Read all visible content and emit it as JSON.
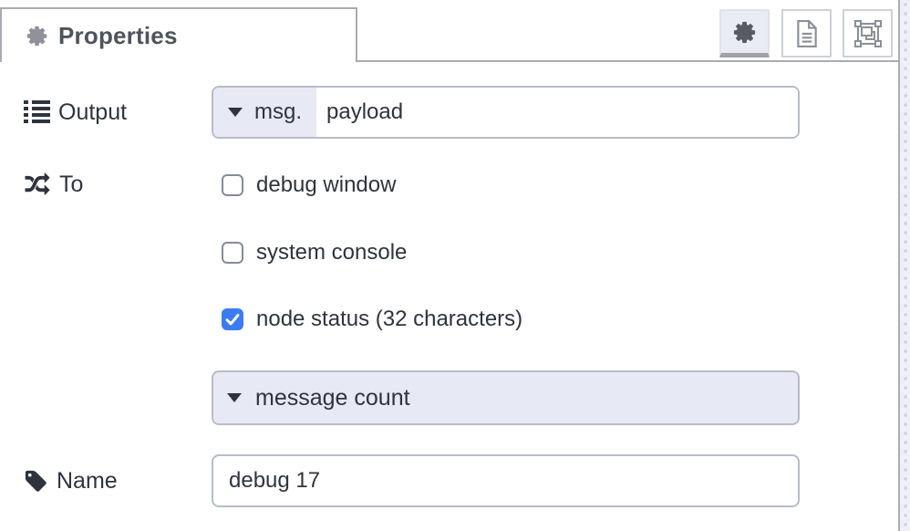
{
  "header": {
    "tab_label": "Properties",
    "toolbar": {
      "buttons": [
        {
          "icon": "gear-icon",
          "active": true
        },
        {
          "icon": "file-text-icon",
          "active": false
        },
        {
          "icon": "appearance-frame-icon",
          "active": false
        }
      ]
    }
  },
  "form": {
    "output": {
      "label": "Output",
      "typed_input": {
        "prefix": "msg.",
        "value": "payload"
      }
    },
    "to": {
      "label": "To",
      "checkboxes": [
        {
          "label": "debug window",
          "checked": false
        },
        {
          "label": "system console",
          "checked": false
        },
        {
          "label": "node status (32 characters)",
          "checked": true
        }
      ]
    },
    "status": {
      "value": "message count"
    },
    "name": {
      "label": "Name",
      "value": "debug 17"
    }
  },
  "colors": {
    "checkbox_accent": "#3b7cf0",
    "typed_input_bg": "#e7e9f4",
    "input_border": "#b9bcc7",
    "panel_line": "#a9abb0",
    "text": "#2e343e"
  }
}
